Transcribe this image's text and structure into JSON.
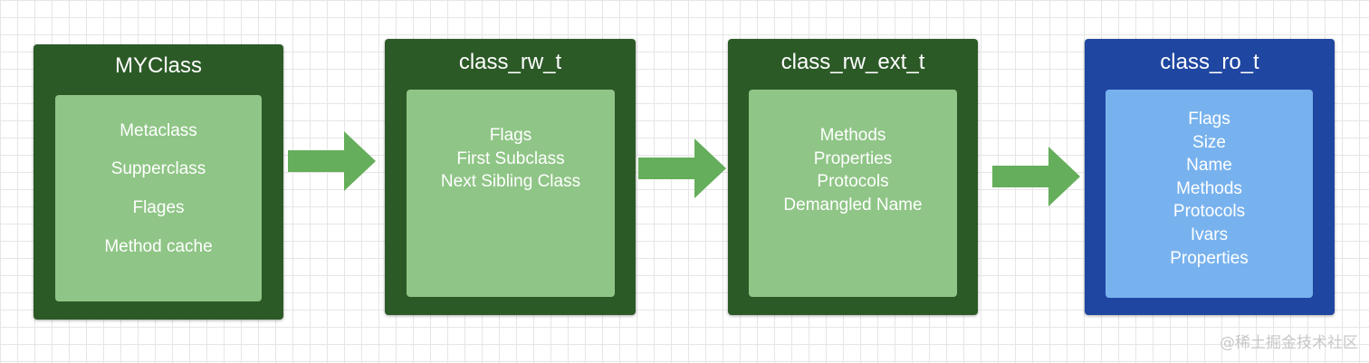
{
  "colors": {
    "green_dark": "#2c5a27",
    "green_light": "#8fc586",
    "blue_dark": "#1f46a0",
    "blue_light": "#78b2ee",
    "arrow": "#65ae5b"
  },
  "boxes": [
    {
      "title": "MYClass",
      "items": [
        "Metaclass",
        "Supperclass",
        "Flages",
        "Method cache"
      ]
    },
    {
      "title": "class_rw_t",
      "items": [
        "Flags",
        "First Subclass",
        "Next Sibling Class"
      ]
    },
    {
      "title": "class_rw_ext_t",
      "items": [
        "Methods",
        "Properties",
        "Protocols",
        "Demangled Name"
      ]
    },
    {
      "title": "class_ro_t",
      "items": [
        "Flags",
        "Size",
        "Name",
        "Methods",
        "Protocols",
        "Ivars",
        "Properties"
      ]
    }
  ],
  "watermark": "@稀土掘金技术社区"
}
